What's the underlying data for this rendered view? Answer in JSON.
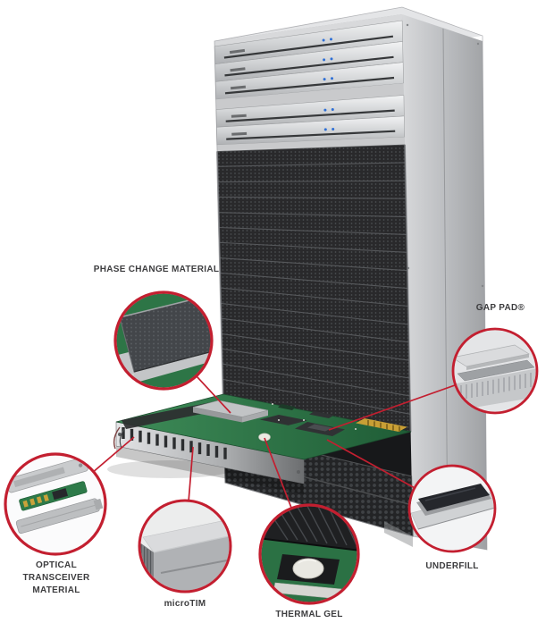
{
  "diagram": {
    "accent_color": "#c31f30",
    "callouts": [
      {
        "id": "phase-change-material",
        "label": "PHASE CHANGE MATERIAL"
      },
      {
        "id": "gap-pad",
        "label": "GAP PAD®"
      },
      {
        "id": "optical-transceiver-material",
        "label": "OPTICAL TRANSCEIVER MATERIAL"
      },
      {
        "id": "microtim",
        "label": "microTIM"
      },
      {
        "id": "thermal-gel",
        "label": "THERMAL GEL"
      },
      {
        "id": "underfill",
        "label": "UNDERFILL"
      }
    ]
  }
}
